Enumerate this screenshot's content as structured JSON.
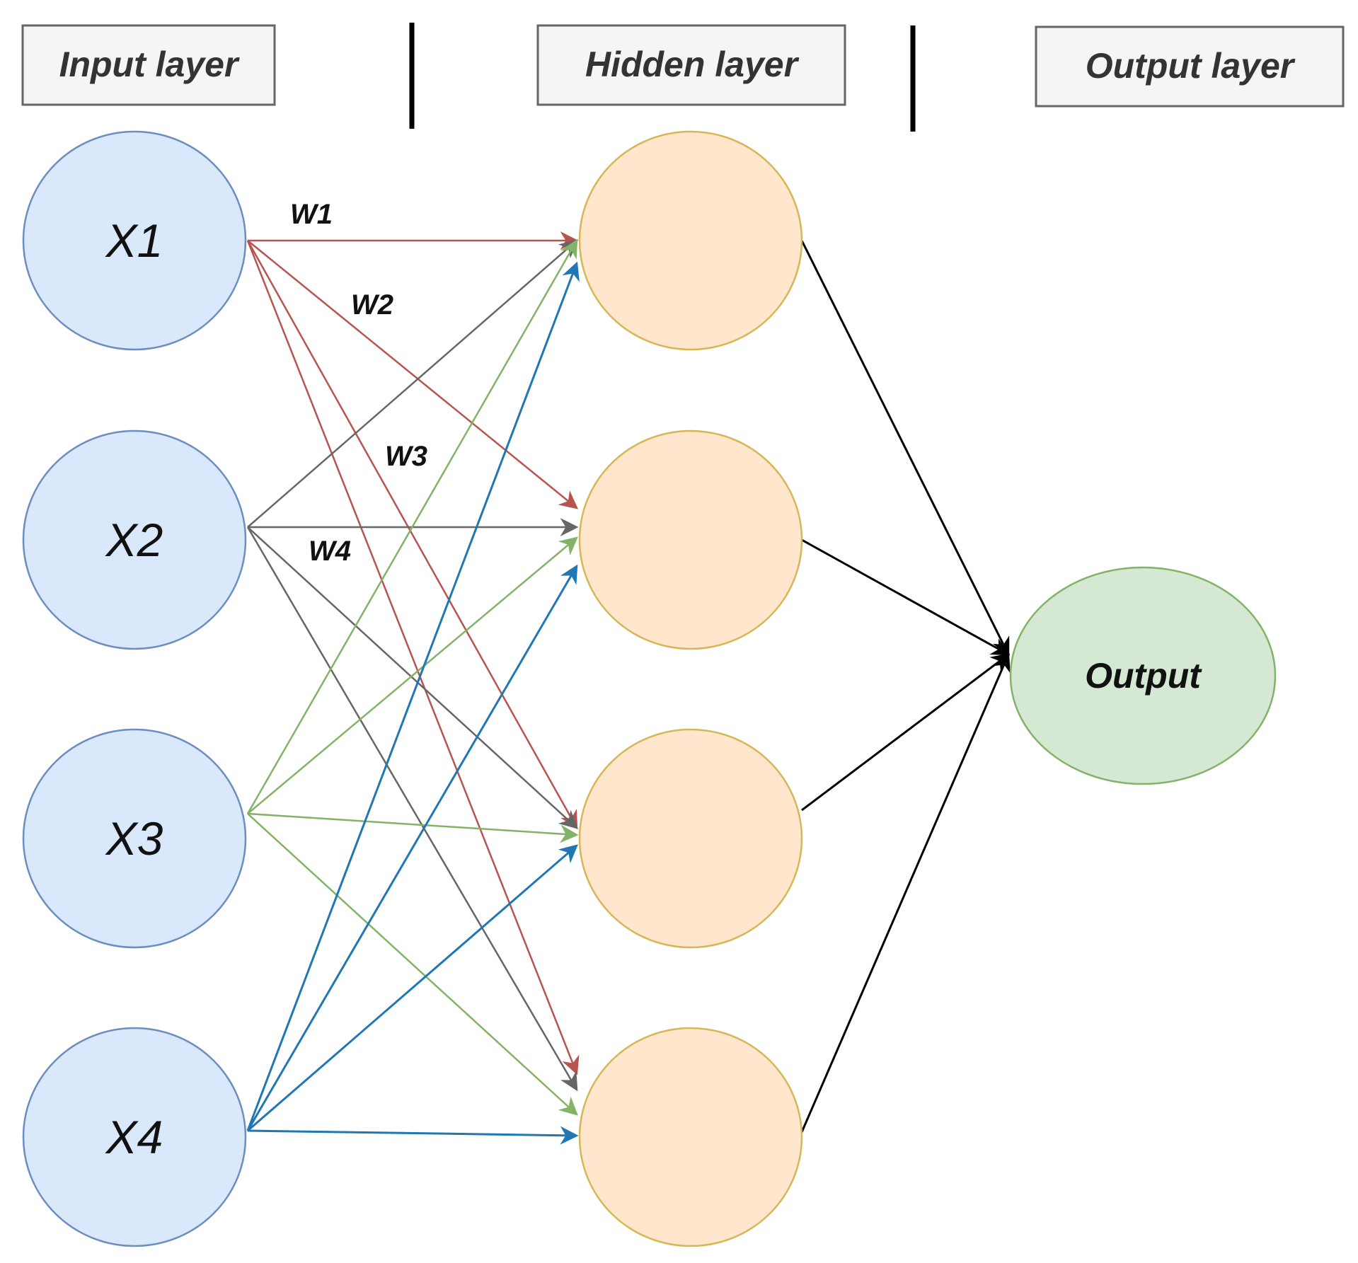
{
  "layers": {
    "input": "Input layer",
    "hidden": "Hidden layer",
    "output": "Output layer"
  },
  "input_nodes": [
    "X1",
    "X2",
    "X3",
    "X4"
  ],
  "hidden_nodes": 4,
  "output_node": "Output",
  "weights": [
    "W1",
    "W2",
    "W3",
    "W4"
  ],
  "colors": {
    "input_fill": "#dae8fc",
    "input_stroke": "#6c8ebf",
    "hidden_fill": "#ffe6cc",
    "hidden_stroke": "#d6b656",
    "output_fill": "#d5e8d4",
    "output_stroke": "#82b366",
    "edge_x1": "#b85450",
    "edge_x2": "#666666",
    "edge_x3": "#82b366",
    "edge_x4": "#1f77b4",
    "edge_hidden_output": "#000000",
    "label_box_fill": "#f5f5f5",
    "label_box_stroke": "#666666"
  }
}
